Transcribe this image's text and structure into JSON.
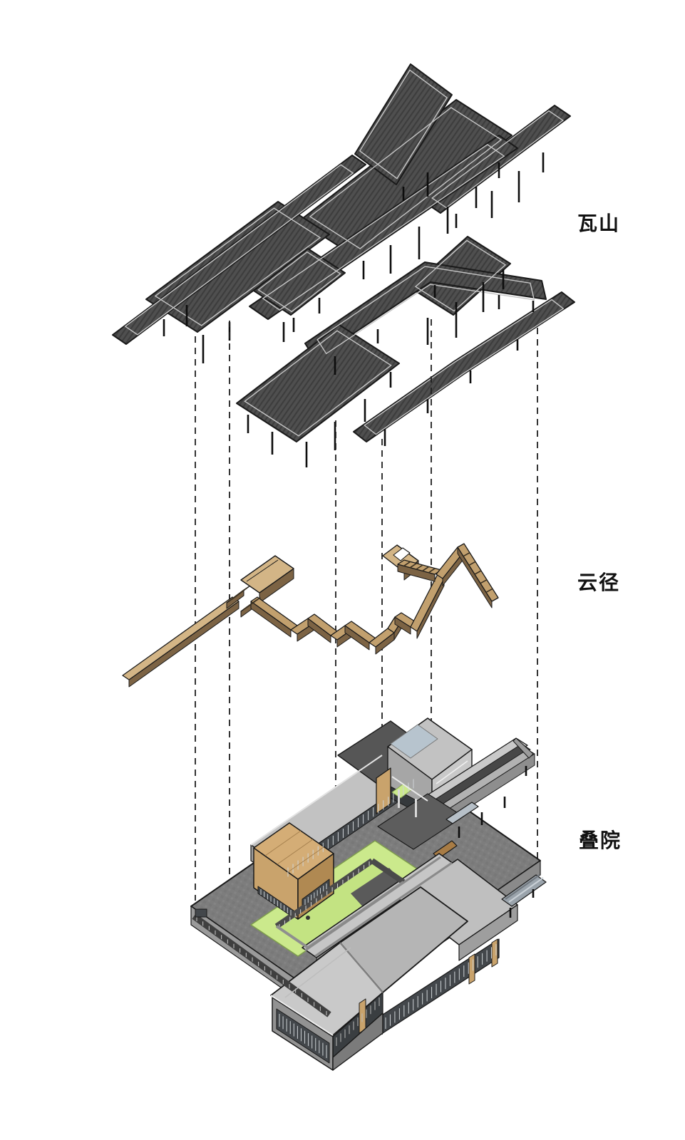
{
  "labels": {
    "roof_layer": "瓦山",
    "path_layer": "云径",
    "courtyard_layer": "叠院"
  },
  "colors": {
    "background": "#ffffff",
    "outline": "#1a1a1a",
    "post": "#0d0d0d",
    "dash_line": "#1e1e1e",
    "roof_dark": "#4f4f4f",
    "roof_hatch": "#3d3d3d",
    "roof_rim": "#c6c6c6",
    "path_top": "#c2a06e",
    "path_top_light": "#d3b586",
    "path_side": "#7c6344",
    "path_steps": "#3b3122",
    "building_deck": "#7d7d7d",
    "building_wall_light": "#c2c2c2",
    "building_wall_mid": "#9e9e9e",
    "building_dark_roof": "#565656",
    "glazing": "#43474b",
    "mullion": "#ced3d6",
    "skylight": "#b7c4ce",
    "courtyard_green": "#cbe98c",
    "wood": "#c9a36c",
    "wood_dark": "#b08952",
    "stair_light": "#9aa3ab",
    "label_color": "#111111"
  }
}
